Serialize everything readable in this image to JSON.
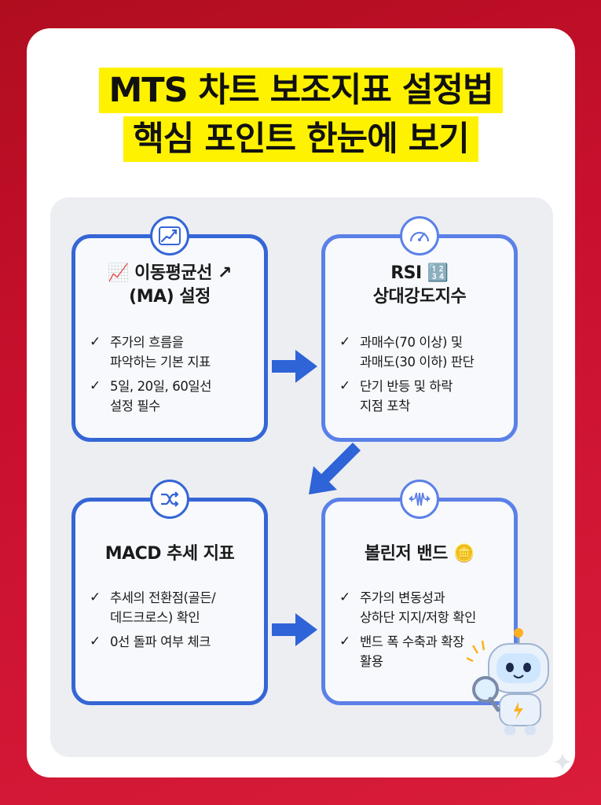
{
  "title": {
    "line1": "MTS 차트 보조지표 설정법",
    "line2": "핵심 포인트 한눈에 보기"
  },
  "boxes": [
    {
      "title_line1": "📈 이동평균선 ↗",
      "title_line2": "(MA) 설정",
      "icon": "line-chart-icon",
      "items": [
        {
          "l1": "주가의 흐름을",
          "l2": "파악하는 기본 지표"
        },
        {
          "l1": "5일, 20일, 60일선",
          "l2": "설정 필수"
        }
      ]
    },
    {
      "title_line1": "RSI 🔢",
      "title_line2": "상대강도지수",
      "icon": "gauge-icon",
      "items": [
        {
          "l1": "과매수(70 이상) 및",
          "l2": "과매도(30 이하) 판단"
        },
        {
          "l1": "단기 반등 및 하락",
          "l2": "지점 포착"
        }
      ]
    },
    {
      "title_line1": "MACD 추세 지표",
      "icon": "shuffle-icon",
      "items": [
        {
          "l1": "추세의 전환점(골든/",
          "l2": "데드크로스) 확인"
        },
        {
          "l1": "0선 돌파 여부 체크",
          "l2": ""
        }
      ]
    },
    {
      "title_line1": "볼린저 밴드 🪙",
      "icon": "spring-icon",
      "items": [
        {
          "l1": "주가의 변동성과",
          "l2": "상하단 지지/저항 확인"
        },
        {
          "l1": "밴드 폭 수축과 확장",
          "l2": "활용"
        }
      ]
    }
  ],
  "check_mark": "✓",
  "colors": {
    "background": "#c8102e",
    "title_highlight": "#fff200",
    "box_border": "#3566d6",
    "arrow": "#2f63d8"
  }
}
